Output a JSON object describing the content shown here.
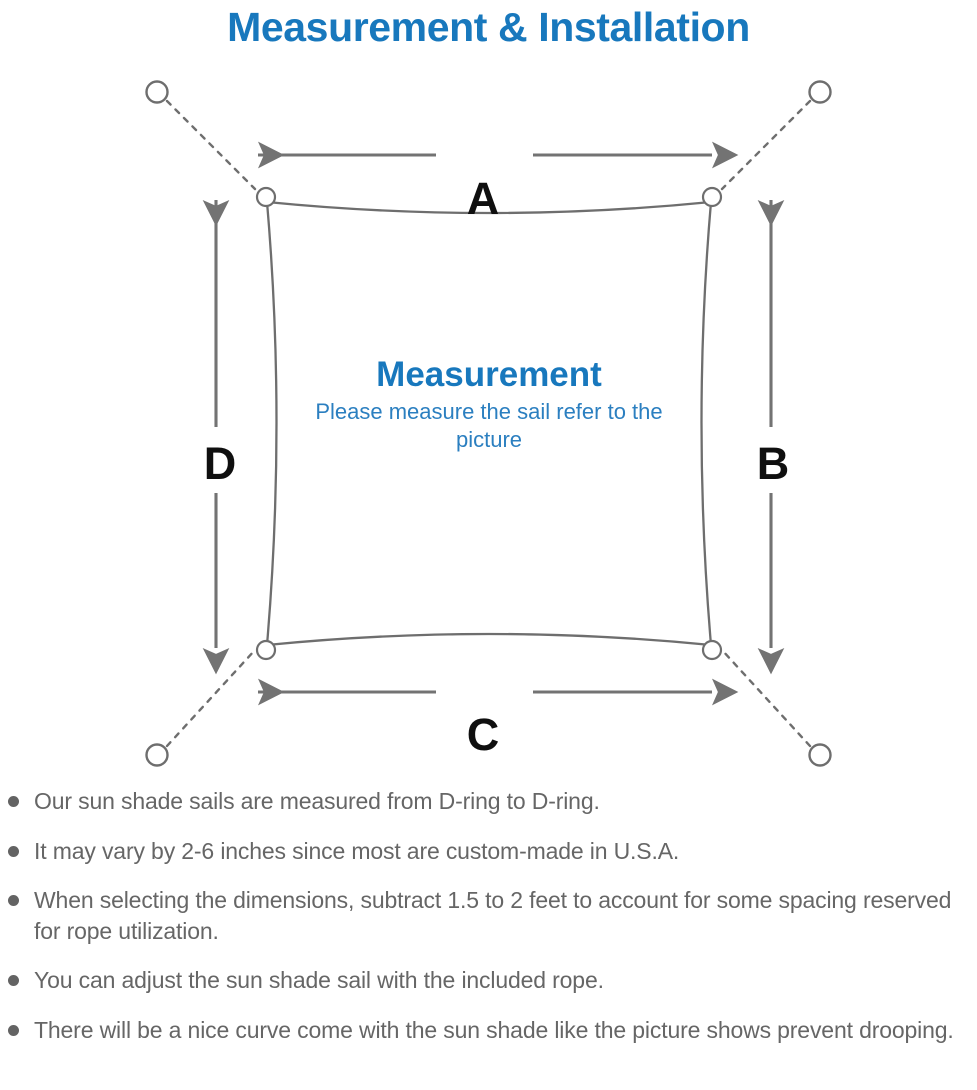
{
  "header": {
    "title": "Measurement & Installation"
  },
  "diagram": {
    "center": {
      "heading": "Measurement",
      "subtitle": "Please measure the sail refer to the picture"
    },
    "dimension_labels": {
      "top": "A",
      "right": "B",
      "bottom": "C",
      "left": "D"
    },
    "icons": {
      "anchor_ring": "anchor-ring-icon",
      "d_ring": "d-ring-icon",
      "rope": "dashed-rope-line",
      "sail": "shade-sail-shape"
    },
    "colors": {
      "title_blue": "#1878bd",
      "subtitle_blue": "#2b7fc0",
      "letter_black": "#0f0f0f",
      "line_gray": "#6e6e6e",
      "arrow_gray": "#737373",
      "bullet_gray": "#636363",
      "body_gray": "#666666"
    }
  },
  "notes": [
    {
      "text": "Our sun shade sails are measured from D-ring to D-ring."
    },
    {
      "text": "It may vary by 2-6 inches since most are custom-made in U.S.A."
    },
    {
      "text": "When selecting the dimensions, subtract 1.5 to 2 feet to account for some spacing reserved for rope utilization."
    },
    {
      "text": "You can adjust the sun shade sail with the included rope."
    },
    {
      "text": "There will be a nice curve come with the sun shade like the picture shows prevent drooping."
    }
  ]
}
